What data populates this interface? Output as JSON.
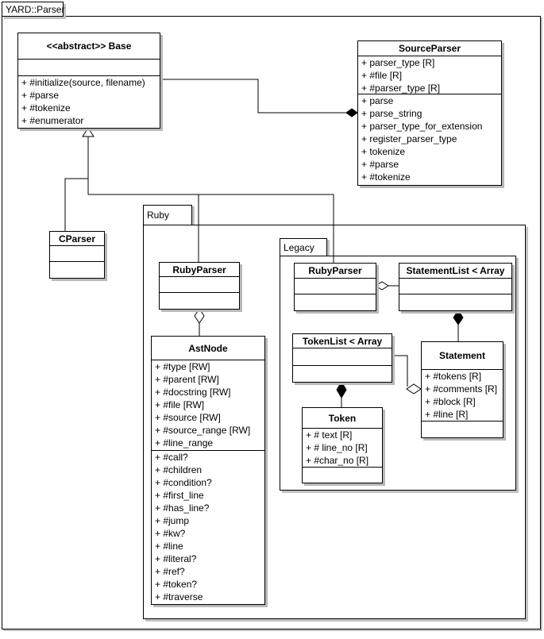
{
  "diagram": {
    "title": "YARD::Parser",
    "packages": {
      "ruby": {
        "name": "Ruby"
      },
      "legacy": {
        "name": "Legacy"
      }
    },
    "colors": {
      "line": "#000000",
      "fill": "#ffffff",
      "shadow": "#b8b8b8"
    },
    "relationships": [
      "CParser --|> Base (generalization)",
      "Ruby::RubyParser --|> Base (generalization)",
      "Legacy::RubyParser --|> Base (generalization)",
      "Base *-- SourceParser (composition, filled diamond at SourceParser)",
      "Ruby::RubyParser o-- AstNode (aggregation)",
      "Legacy::RubyParser o-- StatementList (aggregation)",
      "StatementList *-- Statement (composition)",
      "TokenList *-- Token (composition)",
      "Statement o-- TokenList (aggregation)"
    ]
  },
  "classes": {
    "base": {
      "name": "<<abstract>> Base",
      "attributes": [],
      "methods": [
        "+ #initialize(source, filename)",
        "+ #parse",
        "+ #tokenize",
        "+ #enumerator"
      ]
    },
    "source_parser": {
      "name": "SourceParser",
      "attributes": [
        "+ parser_type [R]",
        "+ #file [R]",
        "+ #parser_type [R]"
      ],
      "methods": [
        "+ parse",
        "+ parse_string",
        "+ parser_type_for_extension",
        "+ register_parser_type",
        "+ tokenize",
        "+ #parse",
        "+ #tokenize"
      ]
    },
    "cparser": {
      "name": "CParser",
      "attributes": [],
      "methods": []
    },
    "ruby_parser": {
      "name": "RubyParser",
      "attributes": [],
      "methods": []
    },
    "ast_node": {
      "name": "AstNode",
      "attributes": [
        "+ #type [RW]",
        "+ #parent [RW]",
        "+ #docstring [RW]",
        "+ #file [RW]",
        "+ #source [RW]",
        "+ #source_range [RW]",
        "+ #line_range"
      ],
      "methods": [
        "+ #call?",
        "+ #children",
        "+ #condition?",
        "+ #first_line",
        "+ #has_line?",
        "+ #jump",
        "+ #kw?",
        "+ #line",
        "+ #literal?",
        "+ #ref?",
        "+ #token?",
        "+ #traverse"
      ]
    },
    "legacy_ruby_parser": {
      "name": "RubyParser",
      "attributes": [],
      "methods": []
    },
    "statement_list": {
      "name": "StatementList < Array",
      "attributes": [],
      "methods": []
    },
    "token_list": {
      "name": "TokenList < Array",
      "attributes": [],
      "methods": []
    },
    "statement": {
      "name": "Statement",
      "attributes": [
        "+ #tokens [R]",
        "+ #comments [R]",
        "+ #block [R]",
        "+ #line [R]"
      ],
      "methods": []
    },
    "token": {
      "name": "Token",
      "attributes": [
        "+ # text [R]",
        "+ # line_no [R]",
        "+ #char_no [R]"
      ],
      "methods": []
    }
  }
}
